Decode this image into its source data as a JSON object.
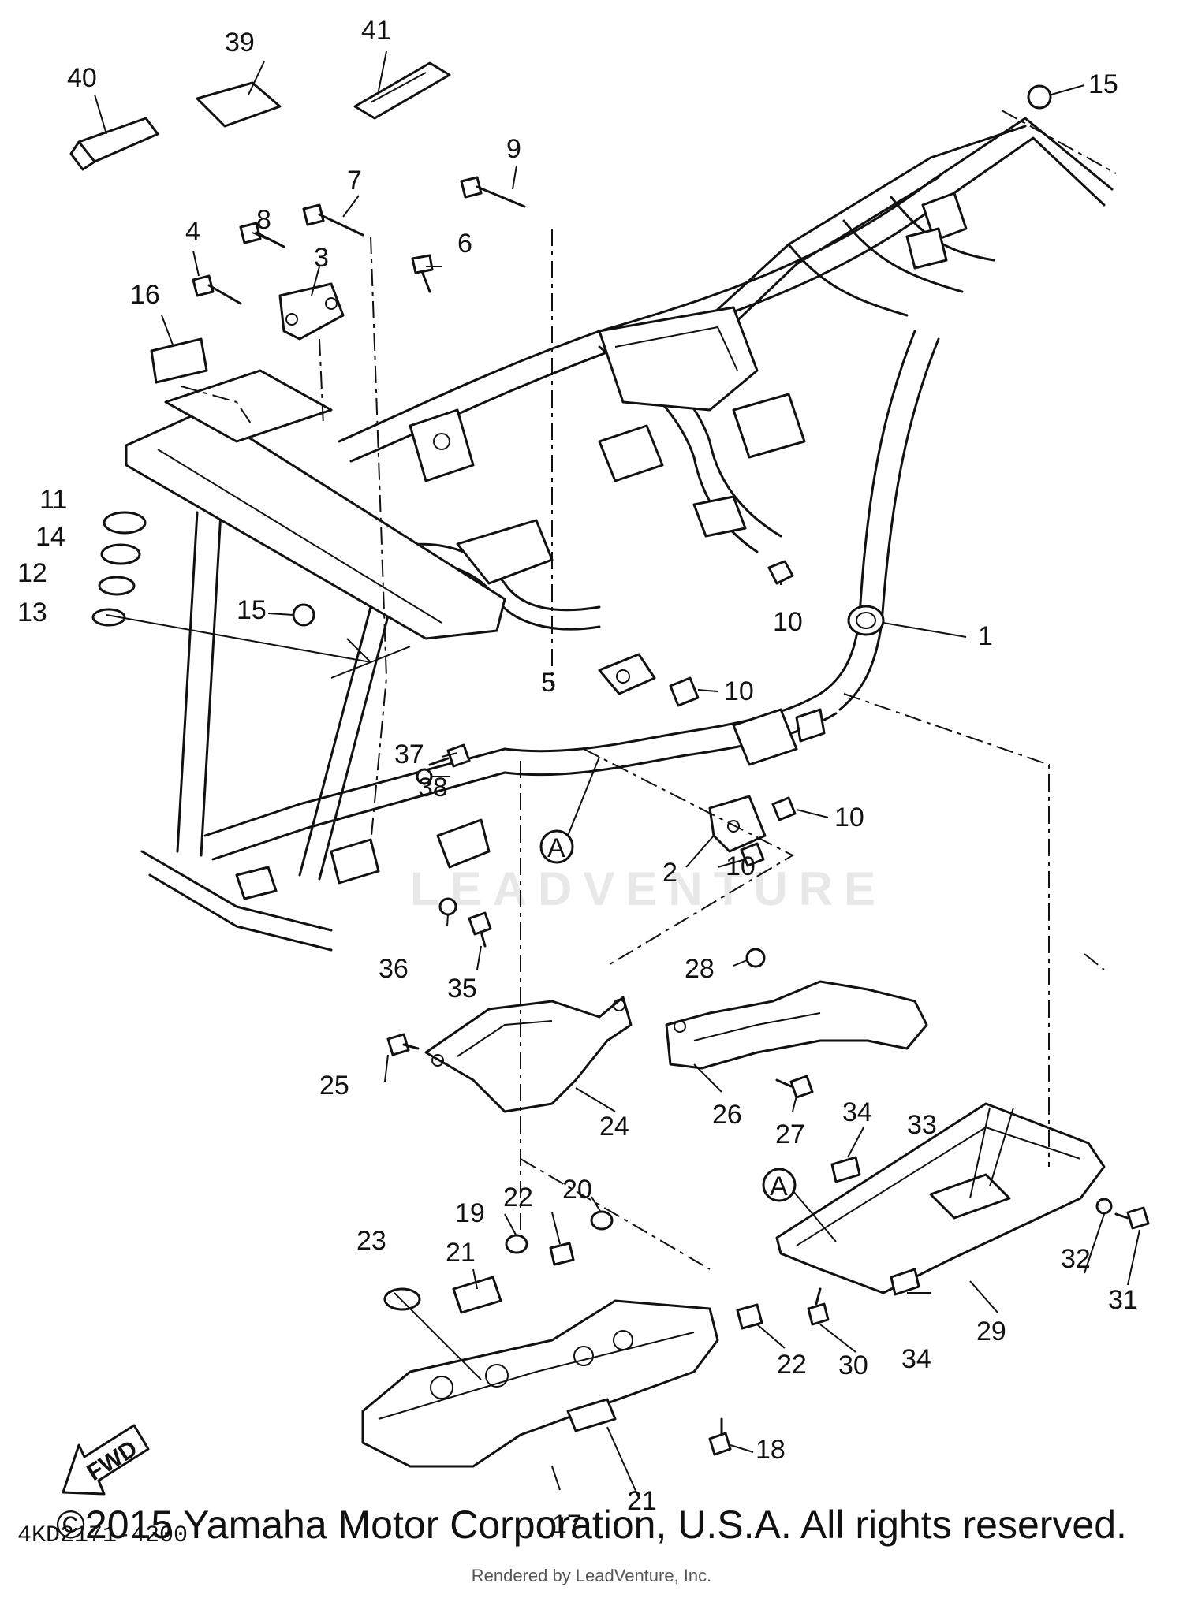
{
  "diagram": {
    "drawing_code": "4KD2171-4200",
    "copyright": "©2015 Yamaha Motor Corporation, U.S.A. All rights reserved.",
    "rendered_by": "Rendered by LeadVenture, Inc.",
    "watermark": "LEADVENTURE",
    "fwd_label": "FWD",
    "reference_mark": "A",
    "callouts": {
      "c1": "1",
      "c2": "2",
      "c3": "3",
      "c4": "4",
      "c5": "5",
      "c6": "6",
      "c7": "7",
      "c8": "8",
      "c9": "9",
      "c10a": "10",
      "c10b": "10",
      "c10c": "10",
      "c10d": "10",
      "c11": "11",
      "c12": "12",
      "c13": "13",
      "c14": "14",
      "c15a": "15",
      "c15b": "15",
      "c16": "16",
      "c17": "17",
      "c18": "18",
      "c19": "19",
      "c20": "20",
      "c21a": "21",
      "c21b": "21",
      "c22a": "22",
      "c22b": "22",
      "c23": "23",
      "c24": "24",
      "c25": "25",
      "c26": "26",
      "c27": "27",
      "c28": "28",
      "c29": "29",
      "c30": "30",
      "c31": "31",
      "c32": "32",
      "c33": "33",
      "c34a": "34",
      "c34b": "34",
      "c35": "35",
      "c36": "36",
      "c37": "37",
      "c38": "38",
      "c39": "39",
      "c40": "40",
      "c41": "41"
    }
  }
}
